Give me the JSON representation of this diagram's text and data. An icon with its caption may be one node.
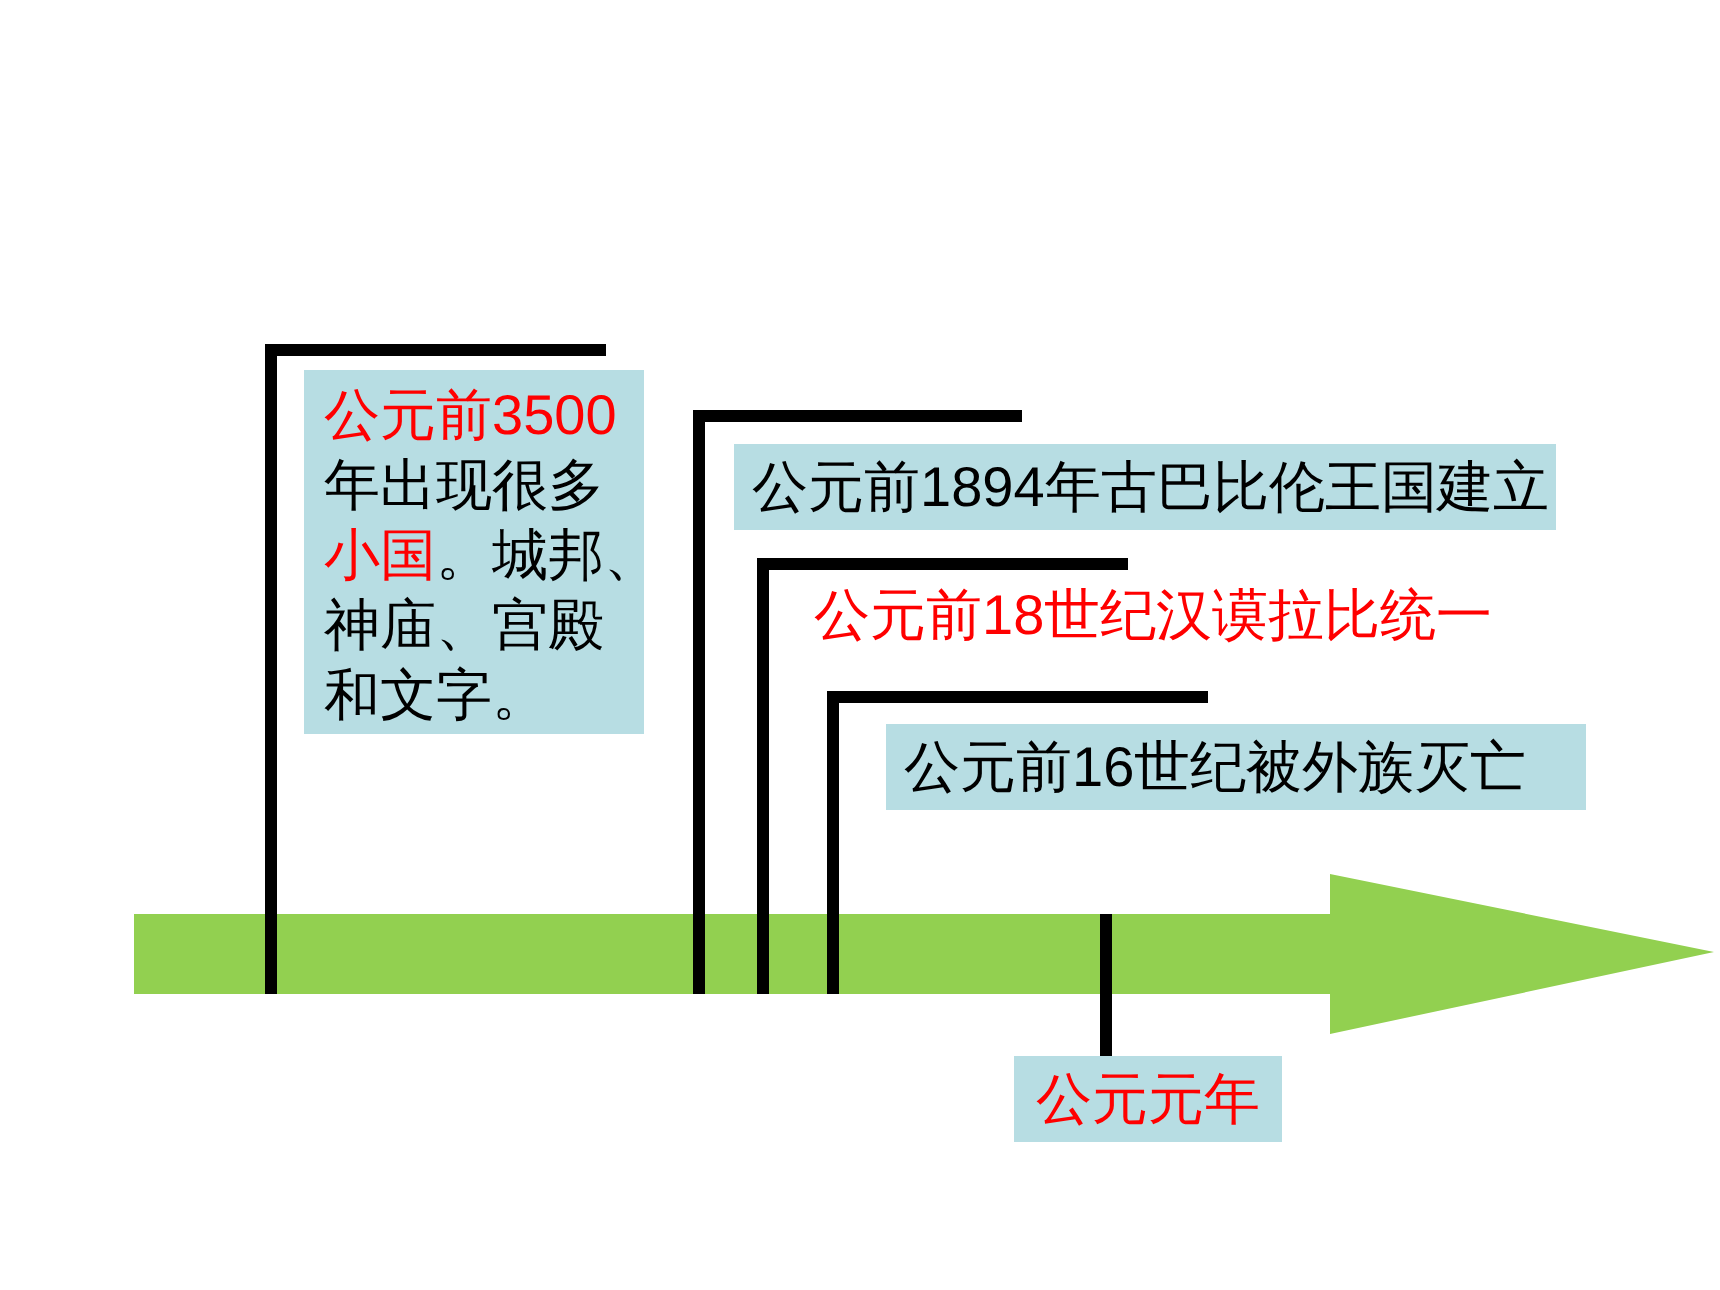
{
  "diagram": {
    "nodes": [
      {
        "text": [
          "**公元前3500**年出现很多**小国**。城邦、神庙、宫殿和文字。"
        ]
      },
      {
        "text": [
          "公元前1894年古巴比伦王国建立"
        ]
      },
      {
        "text": [
          "公元前18世纪汉谟拉比统一"
        ]
      },
      {
        "text": [
          "公元前16世纪被外族灭亡"
        ]
      },
      {
        "text": [],
        "shape": "arrow"
      },
      {
        "text": [
          "公元元年"
        ]
      }
    ],
    "edges": [
      {
        "from": 0,
        "to": 4,
        "arrow": "none"
      },
      {
        "from": 1,
        "to": 4,
        "arrow": "none"
      },
      {
        "from": 2,
        "to": 4,
        "arrow": "none"
      },
      {
        "from": 3,
        "to": 4,
        "arrow": "none"
      },
      {
        "from": 5,
        "to": 4,
        "arrow": "none"
      }
    ]
  }
}
